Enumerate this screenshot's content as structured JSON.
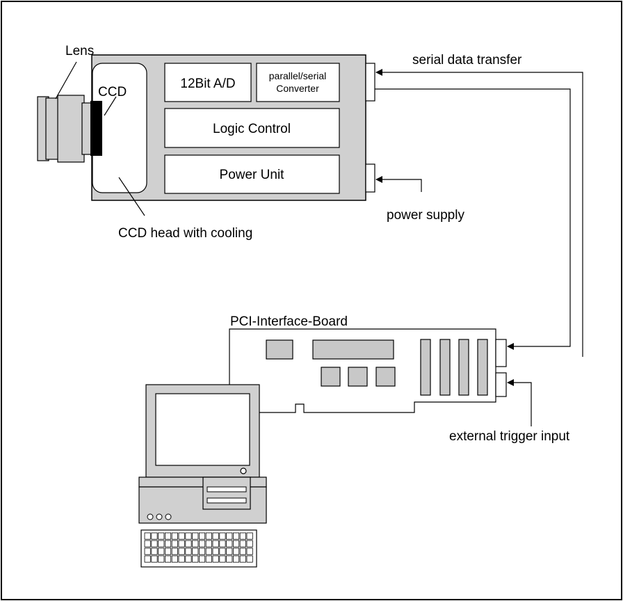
{
  "labels": {
    "lens": "Lens",
    "ccd": "CCD",
    "ccd_head": "CCD head with cooling",
    "serial_data_transfer": "serial data transfer",
    "power_supply": "power supply",
    "pci_board": "PCI-Interface-Board",
    "external_trigger": "external trigger input"
  },
  "camera_blocks": {
    "adc": "12Bit A/D",
    "converter_line1": "parallel/serial",
    "converter_line2": "Converter",
    "logic": "Logic Control",
    "power": "Power Unit"
  },
  "colors": {
    "housing": "#d0d0d0",
    "chip": "#c8c8c8",
    "line": "#000000",
    "background": "#ffffff"
  }
}
